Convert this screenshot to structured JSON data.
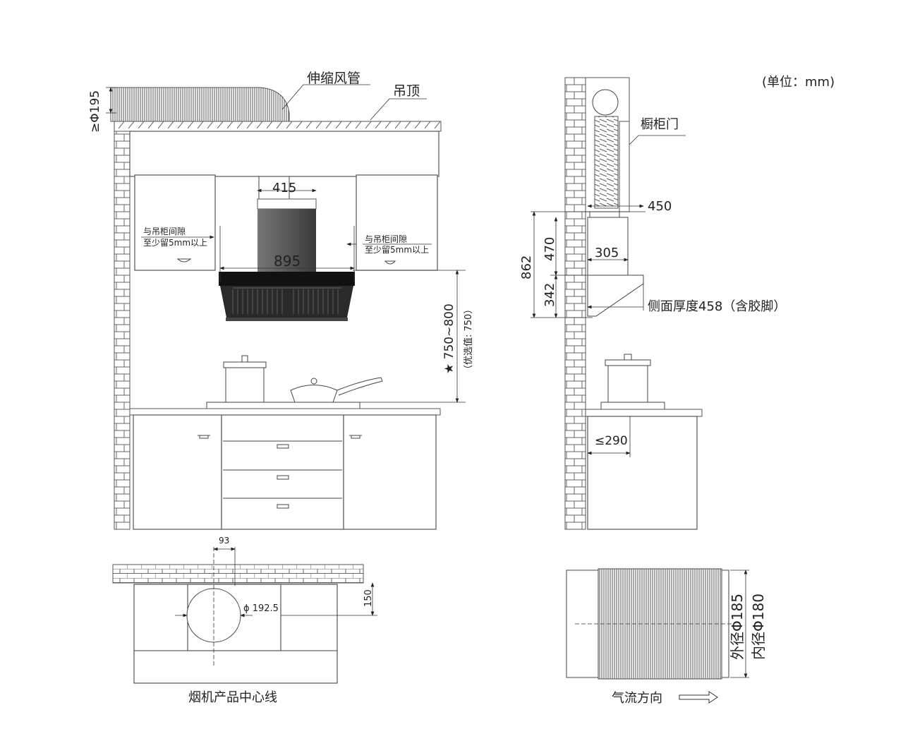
{
  "labels": {
    "unit": "(单位：mm)",
    "flex_duct": "伸缩风管",
    "ceiling": "吊顶",
    "duct_min_diameter": "≥Φ195",
    "chimney_width": "415",
    "hood_width": "895",
    "gap_left_line1": "与吊柜间隙",
    "gap_left_line2": "至少留5mm以上",
    "gap_right_line1": "与吊柜间隙",
    "gap_right_line2": "至少留5mm以上",
    "install_height": "★ 750~800",
    "install_height_preferred": "（优选值: 750）",
    "cabinet_door": "橱柜门",
    "side_450": "450",
    "side_305": "305",
    "side_470": "470",
    "side_342": "342",
    "side_862": "862",
    "side_thickness": "侧面厚度458（含胶脚）",
    "side_290": "≤290",
    "plan_93": "93",
    "plan_diameter": "ϕ 192.5",
    "plan_150": "150",
    "centerline": "烟机产品中心线",
    "outer_diameter": "外径Φ185",
    "inner_diameter": "内径Φ180",
    "airflow": "气流方向"
  }
}
